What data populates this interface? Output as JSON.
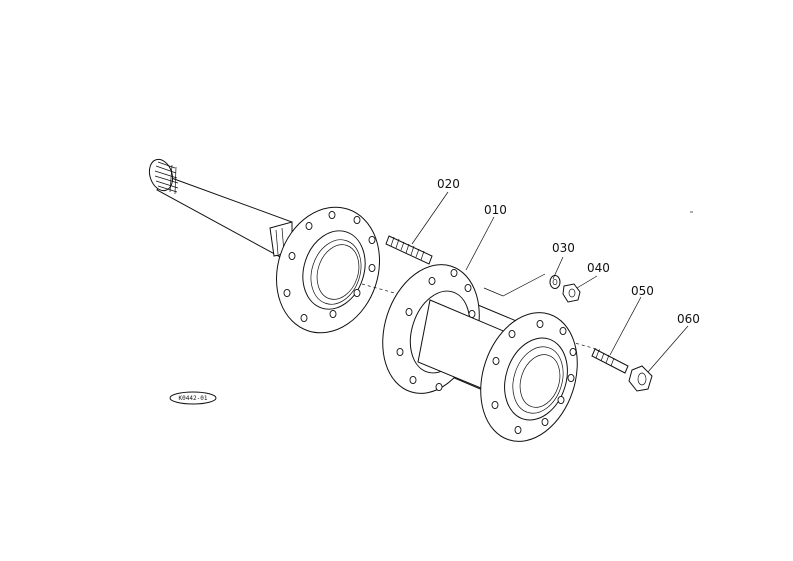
{
  "parts": [
    {
      "id": "010",
      "label": "010"
    },
    {
      "id": "020",
      "label": "020"
    },
    {
      "id": "030",
      "label": "030"
    },
    {
      "id": "040",
      "label": "040"
    },
    {
      "id": "050",
      "label": "050"
    },
    {
      "id": "060",
      "label": "060"
    }
  ],
  "reference_code": "K0442-01"
}
